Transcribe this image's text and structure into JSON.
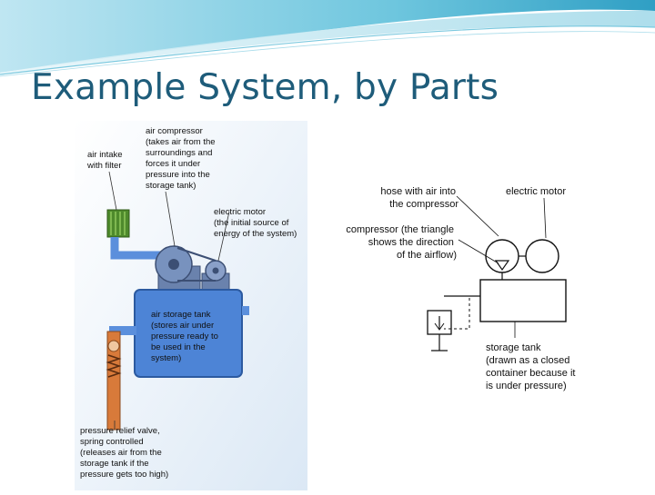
{
  "slide": {
    "title": "Example System, by Parts"
  },
  "pictorial_diagram": {
    "labels": {
      "air_intake": [
        "air intake",
        "with filter"
      ],
      "air_compressor": [
        "air compressor",
        "(takes air from the",
        "surroundings and",
        "forces it under",
        "pressure into the",
        "storage tank)"
      ],
      "electric_motor": [
        "electric motor",
        "(the initial source of",
        "energy of the system)"
      ],
      "air_storage_tank": [
        "air storage tank",
        "(stores air under",
        "pressure ready to",
        "be used in the",
        "system)"
      ],
      "pressure_relief_valve": [
        "pressure relief valve,",
        "spring controlled",
        "(releases air from the",
        "storage tank if the",
        "pressure gets too high)"
      ]
    },
    "colors": {
      "tank": "#4d84d6",
      "pipe": "#5b8fdc",
      "machine": "#6a82ad",
      "filter": "#4e8a2c",
      "valve_body": "#d87a3a",
      "panel_bg": "#d6e4f2"
    }
  },
  "schematic_diagram": {
    "labels": {
      "hose": [
        "hose with air into",
        "the compressor"
      ],
      "electric_motor": [
        "electric motor"
      ],
      "compressor": [
        "compressor (the triangle",
        "shows the direction",
        "of the airflow)"
      ],
      "storage_tank": [
        "storage tank",
        "(drawn as a closed",
        "container because it",
        "is under pressure)"
      ]
    }
  }
}
